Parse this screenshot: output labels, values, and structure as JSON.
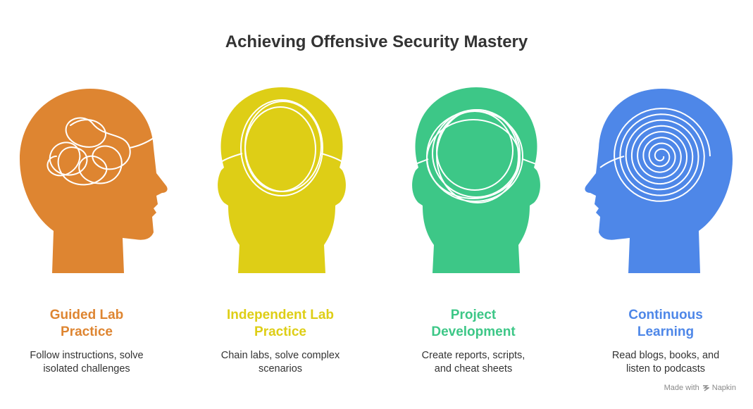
{
  "title": "Achieving Offensive Security Mastery",
  "stages": [
    {
      "title_lines": [
        "Guided Lab",
        "Practice"
      ],
      "desc_lines": [
        "Follow instructions, solve",
        "isolated challenges"
      ],
      "color": "#DE8531",
      "icon": "tangled-thoughts-head-icon"
    },
    {
      "title_lines": [
        "Independent Lab",
        "Practice"
      ],
      "desc_lines": [
        "Chain labs, solve complex",
        "scenarios"
      ],
      "color": "#DECE16",
      "icon": "loop-thoughts-head-icon"
    },
    {
      "title_lines": [
        "Project",
        "Development"
      ],
      "desc_lines": [
        "Create reports, scripts,",
        "and cheat sheets"
      ],
      "color": "#3DC787",
      "icon": "circling-thoughts-head-icon"
    },
    {
      "title_lines": [
        "Continuous",
        "Learning"
      ],
      "desc_lines": [
        "Read blogs, books, and",
        "listen to podcasts"
      ],
      "color": "#4E87E8",
      "icon": "spiral-thoughts-head-icon"
    }
  ],
  "footer": {
    "made_with": "Made with",
    "brand": "Napkin"
  }
}
